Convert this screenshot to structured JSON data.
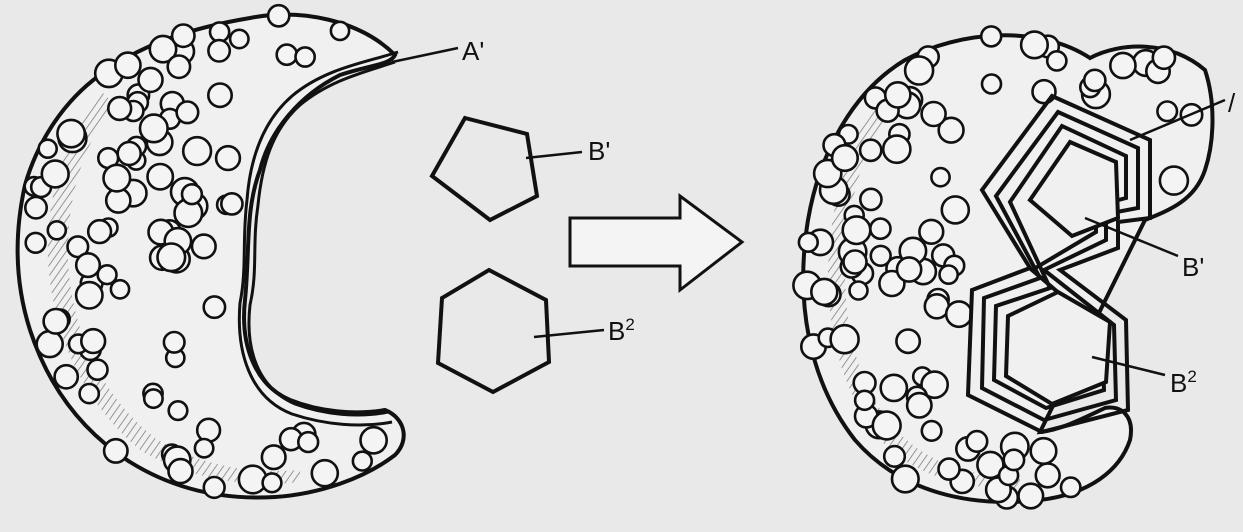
{
  "labels": {
    "a_prime": "A'",
    "b_prime_left": "B'",
    "b2_left": "B2",
    "b_prime_right": "B'",
    "b2_right": "B2",
    "a_right_partial": "/"
  },
  "colors": {
    "ink": "#111111",
    "paper": "#e9e9e9",
    "particle_fill": "#f4f4f4"
  }
}
